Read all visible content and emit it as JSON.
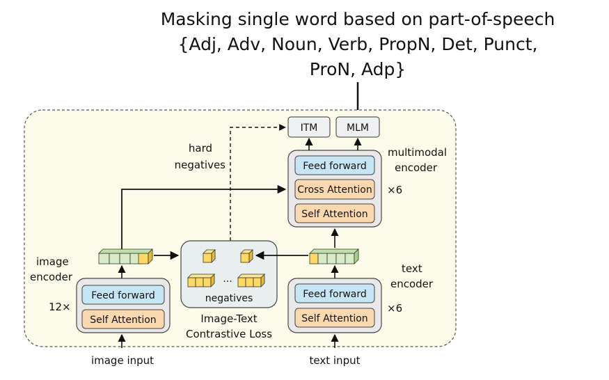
{
  "title": {
    "line1": "Masking single word based on part-of-speech",
    "line2": "{Adj, Adv, Noun, Verb,  PropN, Det, Punct,",
    "line3": "ProN, Adp}"
  },
  "heads": {
    "itm": "ITM",
    "mlm": "MLM"
  },
  "multimodal_encoder": {
    "label_line1": "multimodal",
    "label_line2": "encoder",
    "layers": [
      "Feed forward",
      "Cross Attention",
      "Self Attention"
    ],
    "repeat": "×6"
  },
  "image_encoder": {
    "label_line1": "image",
    "label_line2": "encoder",
    "layers": [
      "Feed forward",
      "Self Attention"
    ],
    "repeat": "12×",
    "input": "image input"
  },
  "text_encoder": {
    "label_line1": "text",
    "label_line2": "encoder",
    "layers": [
      "Feed forward",
      "Self Attention"
    ],
    "repeat": "×6",
    "input": "text input"
  },
  "contrastive": {
    "ellipsis": "...",
    "negatives": "negatives",
    "label_line1": "Image-Text",
    "label_line2": "Contrastive Loss"
  },
  "hard_negatives": {
    "line1": "hard",
    "line2": "negatives"
  },
  "colors": {
    "feed_forward": "#c6e5f5",
    "attention": "#fbd9b0",
    "encoder_box": "#e9e9e9",
    "background": "#fdfcea",
    "token_green": "#d7ecc5",
    "token_yellow": "#ffd966"
  }
}
